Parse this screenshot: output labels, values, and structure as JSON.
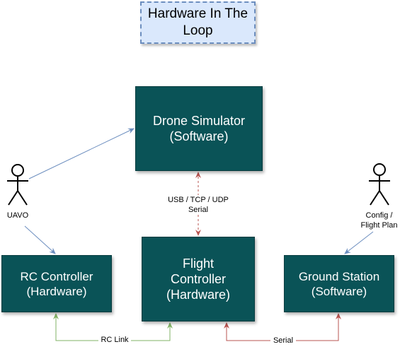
{
  "title": {
    "line1": "Hardware In The",
    "line2": "Loop"
  },
  "nodes": {
    "drone_simulator": {
      "line1": "Drone Simulator",
      "line2": "(Software)"
    },
    "flight_controller": {
      "line1": "Flight",
      "line2": "Controller",
      "line3": "(Hardware)"
    },
    "rc_controller": {
      "line1": "RC Controller",
      "line2": "(Hardware)"
    },
    "ground_station": {
      "line1": "Ground Station",
      "line2": "(Software)"
    }
  },
  "actors": {
    "uavo": {
      "label": "UAVO"
    },
    "config": {
      "line1": "Config /",
      "line2": "Flight Plan"
    }
  },
  "edges": {
    "sim_fc": {
      "line1": "USB / TCP / UDP",
      "line2": "Serial",
      "color": "#b85450"
    },
    "rc_fc": {
      "label": "RC Link",
      "color": "#82b366"
    },
    "fc_gs": {
      "label": "Serial",
      "color": "#b85450"
    },
    "actor_arrow_color": "#6c8ebf"
  },
  "colors": {
    "node_fill": "#0a5357",
    "title_fill": "#dae8fc",
    "title_border": "#6c8ebf"
  }
}
